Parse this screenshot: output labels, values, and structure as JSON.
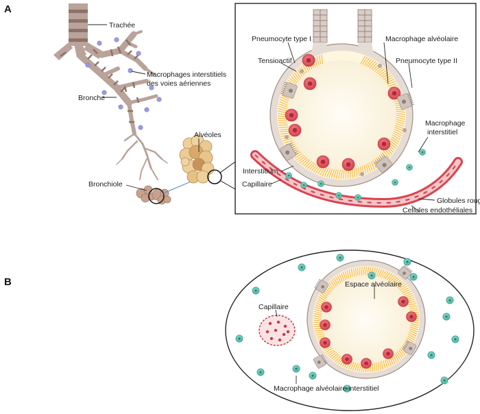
{
  "panels": {
    "a": "A",
    "b": "B"
  },
  "airway_labels": {
    "trachea": "Trachée",
    "interstitial_macrophages_line1": "Macrophages interstitiels",
    "interstitial_macrophages_line2": "des voies aériennes",
    "bronchus": "Bronche",
    "alveoli": "Alvéoles",
    "bronchiole": "Bronchiole"
  },
  "alveolus_labels": {
    "pneumocyte_1": "Pneumocyte type I",
    "surfactant": "Tensioactif",
    "alveolar_macrophage": "Macrophage alvéolaire",
    "pneumocyte_2": "Pneumocyte type II",
    "interstitial_macrophage_line1": "Macrophage",
    "interstitial_macrophage_line2": "interstitiel",
    "interstitium": "Interstitium",
    "capillary": "Capillaire",
    "red_blood_cells": "Globules rouges",
    "endothelial_cells": "Cellules endothéliales"
  },
  "section_labels": {
    "alveolar_space": "Espace alvéolaire",
    "capillary": "Capillaire",
    "alveolar_interstitial_macrophage": "Macrophage alvéolaire interstitiel"
  },
  "colors": {
    "airway": "#b9a39a",
    "airway_band": "#8c7269",
    "airway_macrophage": "#9b9be0",
    "pneumocyte": "#cfc3bd",
    "surfactant": "#f3b233",
    "alveolar_macrophage": "#e2535d",
    "interstitial_macrophage": "#62c4b3",
    "capillary": "#d9434f",
    "capillary_light": "#f3c6c9",
    "lumen": "#fbf7ea"
  }
}
